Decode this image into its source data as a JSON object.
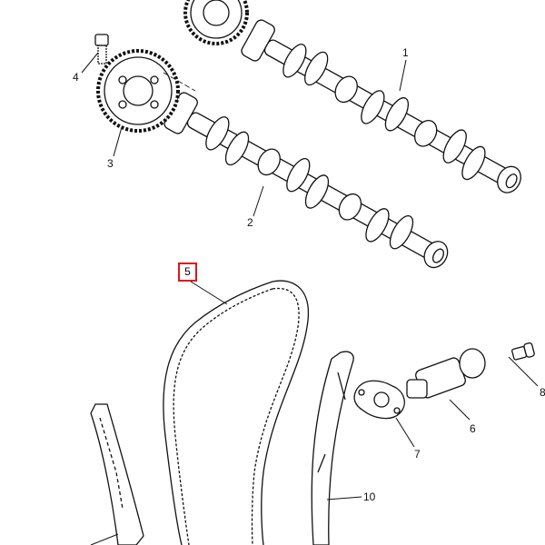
{
  "parts": [
    {
      "ref": "1",
      "name_icon": "camshaft-exhaust"
    },
    {
      "ref": "2",
      "name_icon": "camshaft-intake"
    },
    {
      "ref": "3",
      "name_icon": "cam-sprocket"
    },
    {
      "ref": "4",
      "name_icon": "bolt"
    },
    {
      "ref": "5",
      "name_icon": "timing-chain",
      "highlighted": true
    },
    {
      "ref": "6",
      "name_icon": "chain-tensioner"
    },
    {
      "ref": "7",
      "name_icon": "gasket"
    },
    {
      "ref": "8",
      "name_icon": "bolt"
    },
    {
      "ref": "10",
      "name_icon": "chain-guide"
    }
  ],
  "highlight_color": "#e0141e"
}
